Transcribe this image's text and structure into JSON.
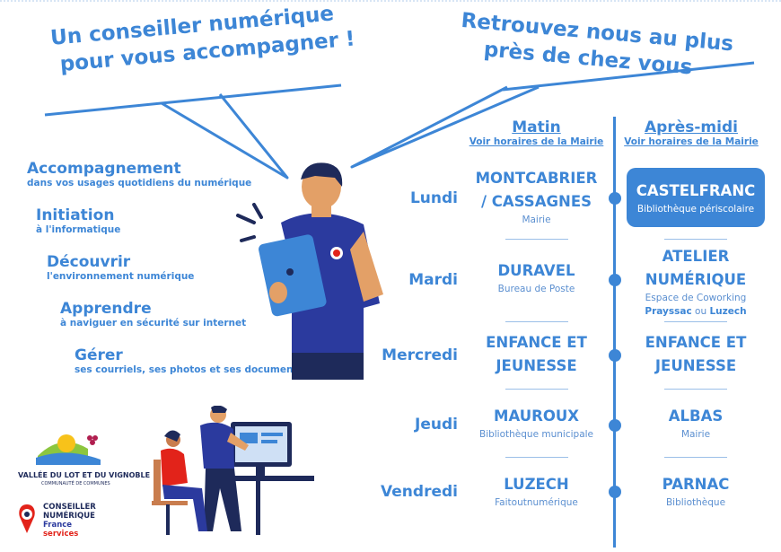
{
  "headlines": {
    "left_line1": "Un conseiller numérique",
    "left_line2": "pour vous accompagner !",
    "right_line1": "Retrouvez nous au plus",
    "right_line2": "près de chez vous"
  },
  "services": [
    {
      "title": "Accompagnement",
      "subtitle": "dans vos usages quotidiens du numérique"
    },
    {
      "title": "Initiation",
      "subtitle": "à l'informatique"
    },
    {
      "title": "Découvrir",
      "subtitle": "l'environnement numérique"
    },
    {
      "title": "Apprendre",
      "subtitle": "à naviguer en sécurité sur internet"
    },
    {
      "title": "Gérer",
      "subtitle": "ses courriels, ses photos et ses documents"
    }
  ],
  "schedule": {
    "morning_header": "Matin",
    "morning_sub": "Voir horaires de la Mairie",
    "afternoon_header": "Après-midi",
    "afternoon_sub": "Voir horaires de la Mairie",
    "days": [
      {
        "day": "Lundi",
        "morning": {
          "line1": "MONTCABRIER",
          "line2": "/ CASSAGNES",
          "place": "Mairie"
        },
        "afternoon": {
          "line1": "CASTELFRANC",
          "place": "Bibliothèque périscolaire",
          "highlight": true
        }
      },
      {
        "day": "Mardi",
        "morning": {
          "line1": "DURAVEL",
          "place": "Bureau de Poste"
        },
        "afternoon": {
          "line1": "ATELIER",
          "line2": "NUMÉRIQUE",
          "place": "Espace de Coworking",
          "extra_a": "Prayssac",
          "extra_or": "ou",
          "extra_b": "Luzech"
        }
      },
      {
        "day": "Mercredi",
        "morning": {
          "line1": "ENFANCE ET",
          "line2": "JEUNESSE"
        },
        "afternoon": {
          "line1": "ENFANCE ET",
          "line2": "JEUNESSE"
        }
      },
      {
        "day": "Jeudi",
        "morning": {
          "line1": "MAUROUX",
          "place": "Bibliothèque municipale"
        },
        "afternoon": {
          "line1": "ALBAS",
          "place": "Mairie"
        }
      },
      {
        "day": "Vendredi",
        "morning": {
          "line1": "LUZECH",
          "place": "Faitoutnumérique"
        },
        "afternoon": {
          "line1": "PARNAC",
          "place": "Bibliothèque"
        }
      }
    ]
  },
  "logos": {
    "vallee_line1": "VALLÉE DU LOT ET DU VIGNOBLE",
    "vallee_line2": "COMMUNAUTÉ DE COMMUNES",
    "cn_line1": "CONSEILLER",
    "cn_line2": "NUMÉRIQUE",
    "cn_line3": "France",
    "cn_line4": "services"
  },
  "colors": {
    "accent": "#3d86d6",
    "shirt": "#2b3a9e",
    "skin": "#e3a067",
    "navy": "#1e2a5a",
    "red": "#e2231a"
  }
}
